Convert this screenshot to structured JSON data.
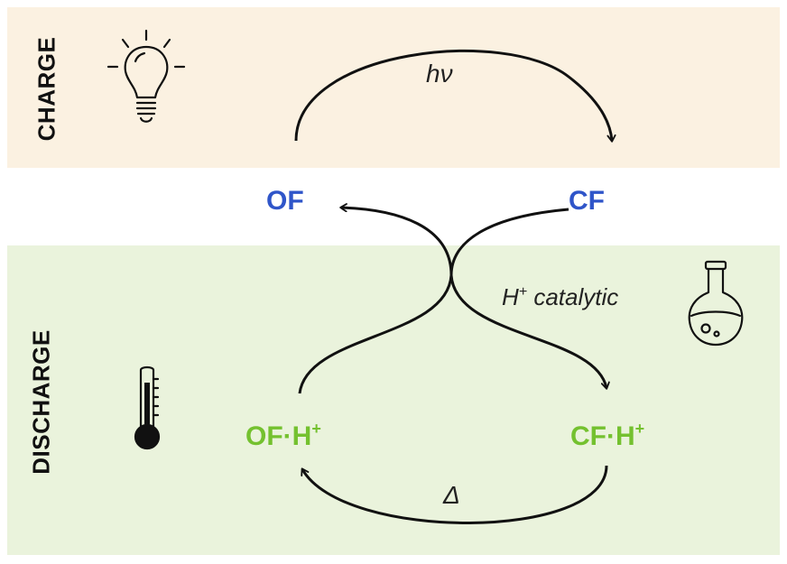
{
  "bands": {
    "charge_label": "CHARGE",
    "discharge_label": "DISCHARGE"
  },
  "species": {
    "of": "OF",
    "cf": "CF",
    "of_h_base": "OF·H",
    "cf_h_base": "CF·H",
    "proton_sup": "+"
  },
  "annotations": {
    "hv": "hν",
    "catalytic_base": "H",
    "catalytic_sup": "+",
    "catalytic_rest": " catalytic",
    "delta": "Δ"
  },
  "icons": {
    "charge": "lightbulb-icon",
    "catalyst": "flask-icon",
    "heat": "thermometer-icon"
  },
  "colors": {
    "charge_band": "#fbf1e1",
    "discharge_band": "#eaf3dc",
    "open_form": "#2f55c9",
    "protonated_form": "#74c12f"
  }
}
